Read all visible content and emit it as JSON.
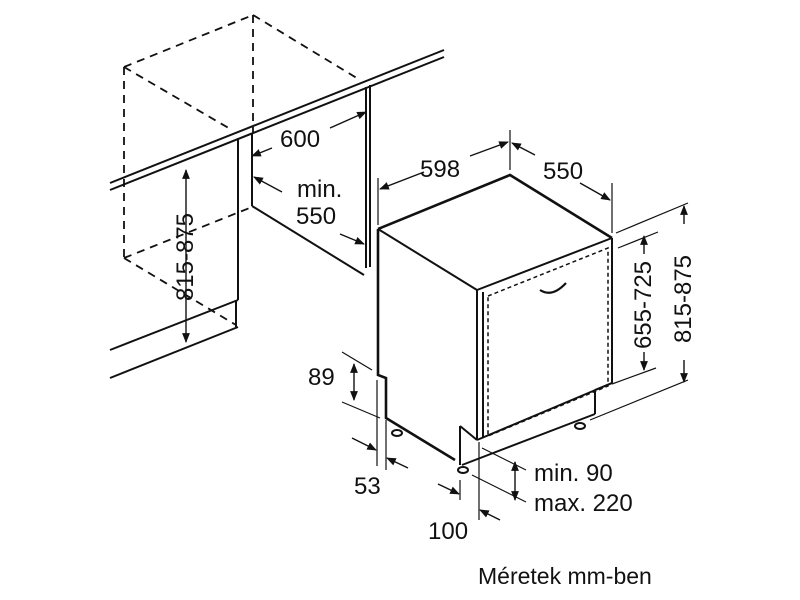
{
  "diagram": {
    "title": "Dishwasher built-in installation dimensions",
    "colors": {
      "line": "#111111",
      "background": "#ffffff"
    },
    "niche": {
      "width_label": "600",
      "depth_label_line1": "min.",
      "depth_label_line2": "550",
      "height_label": "815-875"
    },
    "appliance": {
      "width_label": "598",
      "depth_label": "550",
      "door_height_label": "655-725",
      "total_height_label": "815-875"
    },
    "base": {
      "plinth_height_label": "89",
      "plinth_depth_label": "53",
      "foot_offset_label": "100",
      "plinth_gap_line1": "min. 90",
      "plinth_gap_line2": "max. 220"
    },
    "caption": "Méretek mm-ben"
  }
}
